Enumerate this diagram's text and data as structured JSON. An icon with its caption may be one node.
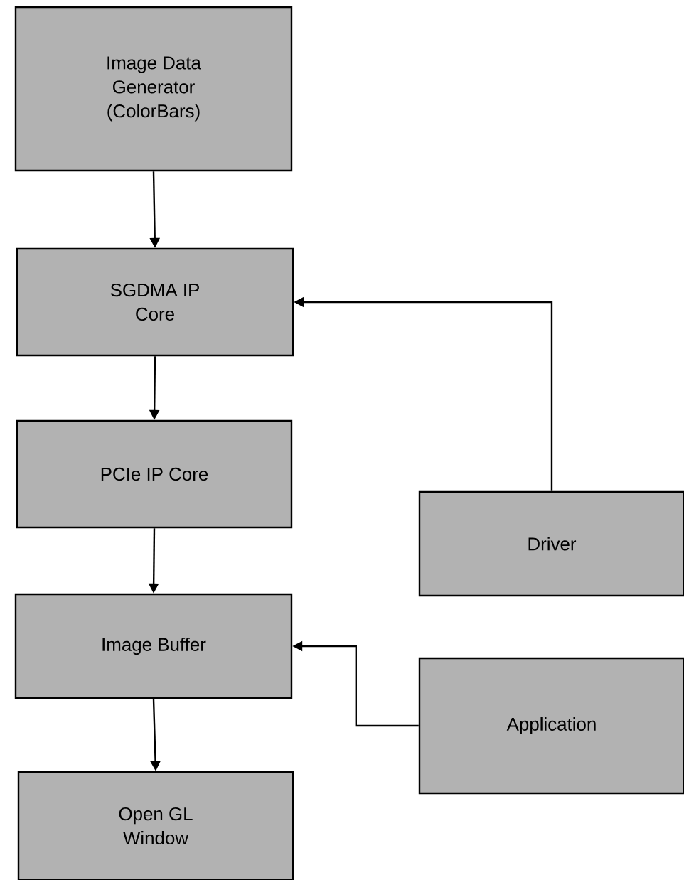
{
  "diagram": {
    "nodes": [
      {
        "text": [
          "Image Data Generator (ColorBars)"
        ]
      },
      {
        "text": [
          "SGDMA IP Core"
        ]
      },
      {
        "text": [
          "PCIe IP Core"
        ]
      },
      {
        "text": [
          "Driver"
        ]
      },
      {
        "text": [
          "Image Buffer"
        ]
      },
      {
        "text": [
          "Application"
        ]
      },
      {
        "text": [
          "Open GL Window"
        ]
      }
    ],
    "edges": [
      {
        "from": 0,
        "to": 1,
        "arrow": "to"
      },
      {
        "from": 1,
        "to": 2,
        "arrow": "to"
      },
      {
        "from": 3,
        "to": 1,
        "arrow": "to"
      },
      {
        "from": 2,
        "to": 4,
        "arrow": "to"
      },
      {
        "from": 5,
        "to": 4,
        "arrow": "to"
      },
      {
        "from": 4,
        "to": 6,
        "arrow": "to"
      }
    ]
  }
}
